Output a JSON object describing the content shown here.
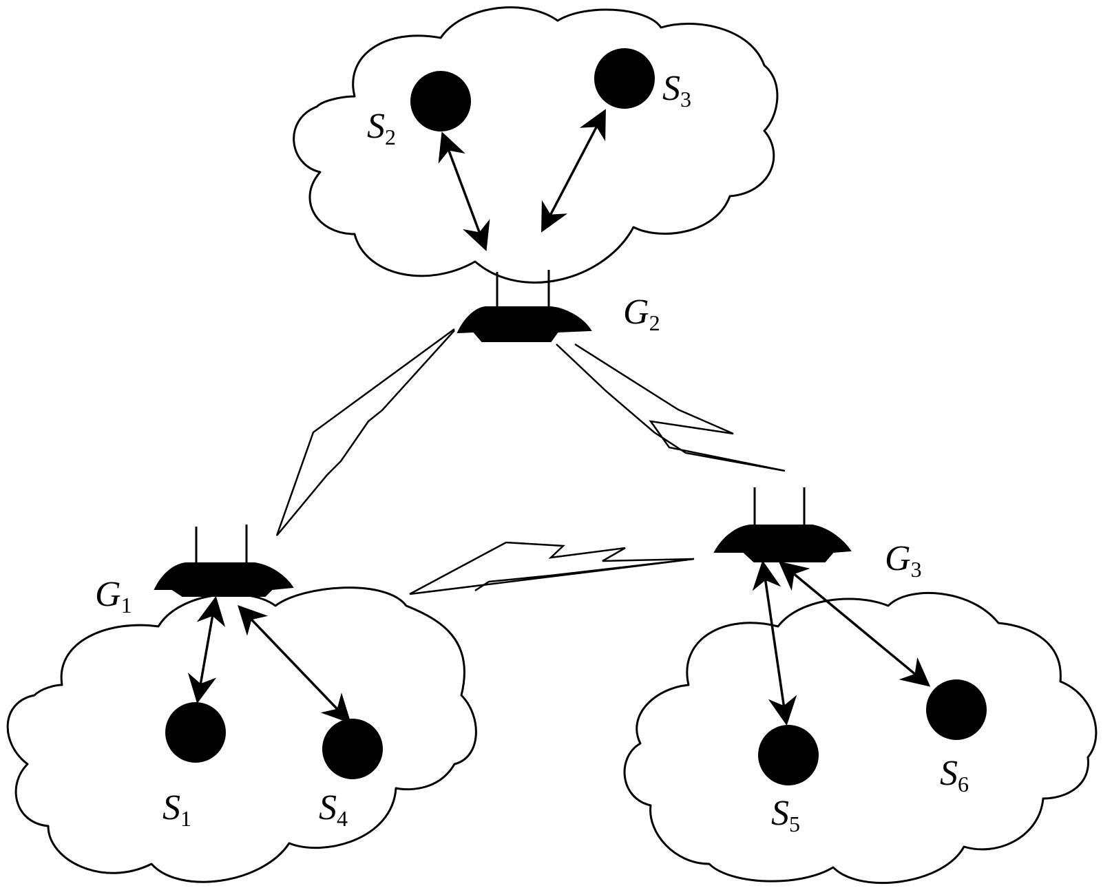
{
  "sensors": [
    {
      "id": "S1",
      "letter": "S",
      "sub": "1"
    },
    {
      "id": "S2",
      "letter": "S",
      "sub": "2"
    },
    {
      "id": "S3",
      "letter": "S",
      "sub": "3"
    },
    {
      "id": "S4",
      "letter": "S",
      "sub": "4"
    },
    {
      "id": "S5",
      "letter": "S",
      "sub": "5"
    },
    {
      "id": "S6",
      "letter": "S",
      "sub": "6"
    }
  ],
  "gateways": [
    {
      "id": "G1",
      "letter": "G",
      "sub": "1"
    },
    {
      "id": "G2",
      "letter": "G",
      "sub": "2"
    },
    {
      "id": "G3",
      "letter": "G",
      "sub": "3"
    }
  ],
  "wireless_links": [
    {
      "from": "G2",
      "to": "G1"
    },
    {
      "from": "G2",
      "to": "G3"
    },
    {
      "from": "G3",
      "to": "G1"
    }
  ],
  "sensor_links": [
    {
      "from": "G2",
      "to": "S2"
    },
    {
      "from": "G2",
      "to": "S3"
    },
    {
      "from": "G1",
      "to": "S1"
    },
    {
      "from": "G1",
      "to": "S4"
    },
    {
      "from": "G3",
      "to": "S5"
    },
    {
      "from": "G3",
      "to": "S6"
    }
  ],
  "colors": {
    "stroke": "#000000",
    "background": "#ffffff"
  }
}
